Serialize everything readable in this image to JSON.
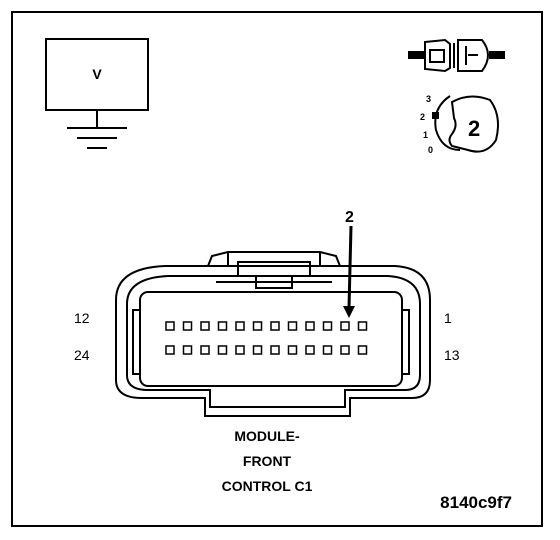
{
  "meter": {
    "symbol": "V"
  },
  "selector": {
    "ticks": [
      "3",
      "2",
      "1",
      "0"
    ],
    "position": "2"
  },
  "pointer": {
    "pin": "2"
  },
  "connector": {
    "pin_labels": {
      "top_left": "12",
      "top_right": "1",
      "bottom_left": "24",
      "bottom_right": "13"
    },
    "rows": 2,
    "pins_per_row": 12,
    "name_lines": [
      "MODULE-",
      "FRONT",
      "CONTROL C1"
    ]
  },
  "figure_id": "8140c9f7"
}
